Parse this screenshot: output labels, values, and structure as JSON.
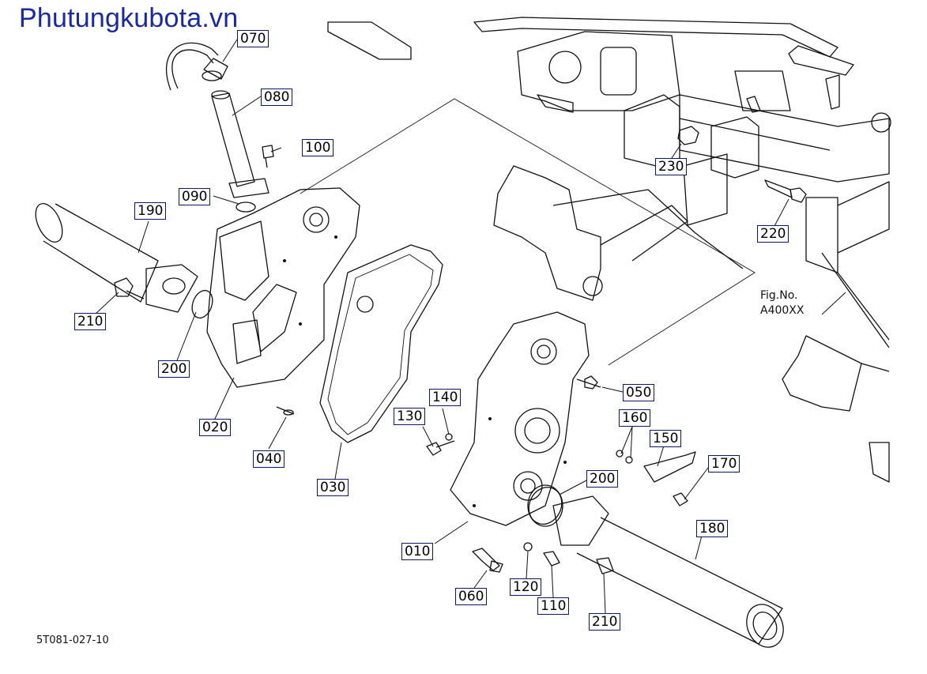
{
  "watermark": "Phutungkubota.vn",
  "footer_code": "5T081-027-10",
  "figure_ref": {
    "line1": "Fig.No.",
    "line2": "A400XX"
  },
  "callouts": [
    {
      "id": "070",
      "label": "070"
    },
    {
      "id": "080",
      "label": "080"
    },
    {
      "id": "100",
      "label": "100"
    },
    {
      "id": "090",
      "label": "090"
    },
    {
      "id": "190",
      "label": "190"
    },
    {
      "id": "210a",
      "label": "210"
    },
    {
      "id": "200a",
      "label": "200"
    },
    {
      "id": "020",
      "label": "020"
    },
    {
      "id": "040",
      "label": "040"
    },
    {
      "id": "030",
      "label": "030"
    },
    {
      "id": "140",
      "label": "140"
    },
    {
      "id": "130",
      "label": "130"
    },
    {
      "id": "050",
      "label": "050"
    },
    {
      "id": "160",
      "label": "160"
    },
    {
      "id": "150",
      "label": "150"
    },
    {
      "id": "170",
      "label": "170"
    },
    {
      "id": "200b",
      "label": "200"
    },
    {
      "id": "180",
      "label": "180"
    },
    {
      "id": "010",
      "label": "010"
    },
    {
      "id": "060",
      "label": "060"
    },
    {
      "id": "120",
      "label": "120"
    },
    {
      "id": "110",
      "label": "110"
    },
    {
      "id": "210b",
      "label": "210"
    },
    {
      "id": "230",
      "label": "230"
    },
    {
      "id": "220",
      "label": "220"
    }
  ]
}
